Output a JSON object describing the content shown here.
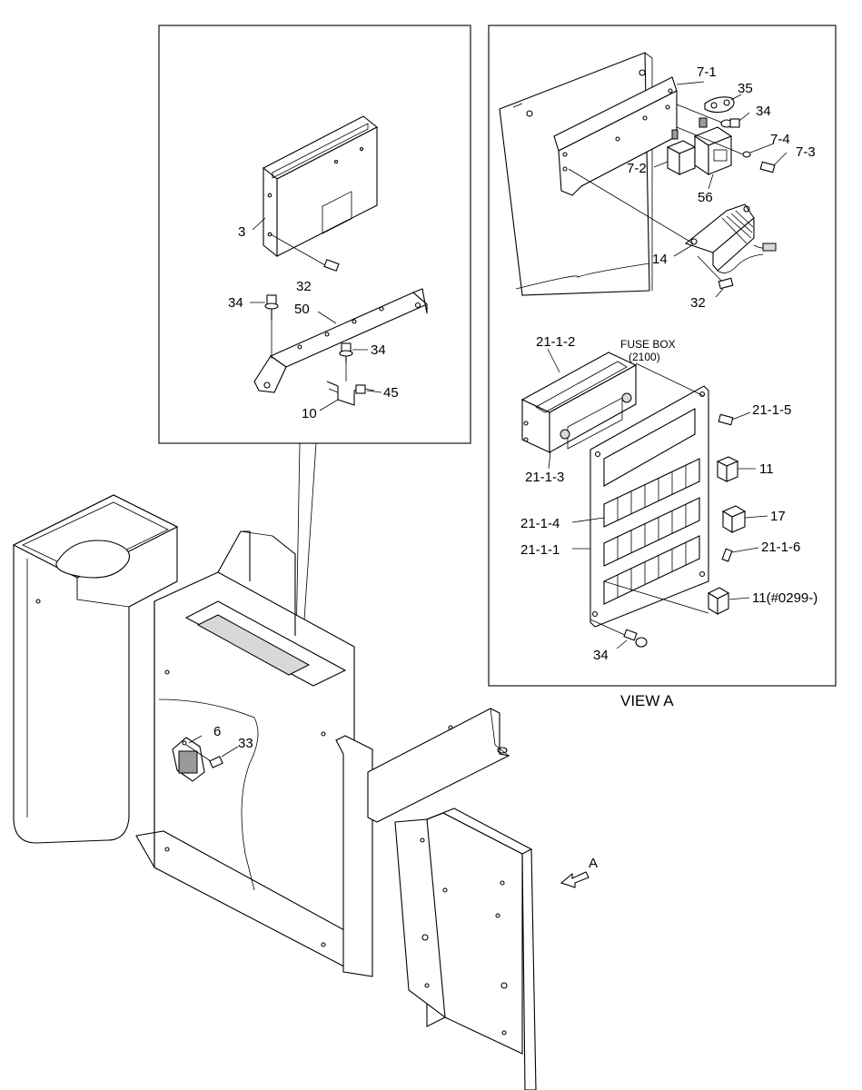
{
  "labels": {
    "p3": "3",
    "p32a": "32",
    "p34a": "34",
    "p50": "50",
    "p34b": "34",
    "p45": "45",
    "p10": "10",
    "p7_1": "7-1",
    "p35": "35",
    "p34c": "34",
    "p7_4": "7-4",
    "p7_3": "7-3",
    "p7_2": "7-2",
    "p56": "56",
    "p14": "14",
    "p32b": "32",
    "p21_1_2": "21-1-2",
    "fuse_box": "FUSE BOX",
    "fuse_box_code": "(2100)",
    "p21_1_5": "21-1-5",
    "p21_1_3": "21-1-3",
    "p11a": "11",
    "p17": "17",
    "p21_1_4": "21-1-4",
    "p21_1_1": "21-1-1",
    "p21_1_6": "21-1-6",
    "p11b": "11(#0299-)",
    "p34d": "34",
    "view_a": "VIEW  A",
    "p6": "6",
    "p33": "33",
    "arrow_a": "A"
  }
}
